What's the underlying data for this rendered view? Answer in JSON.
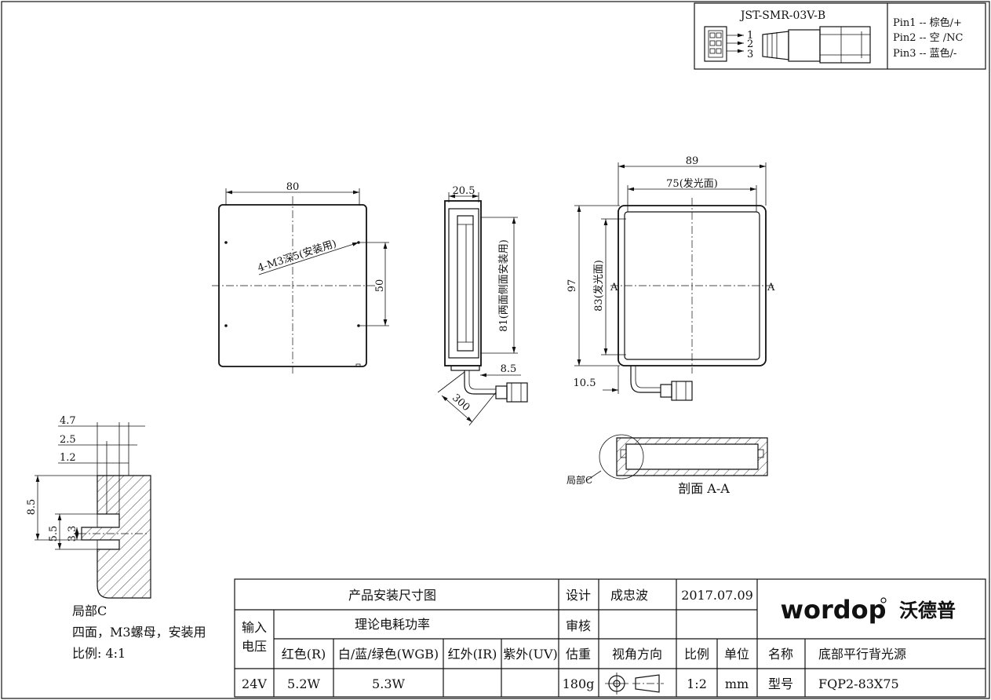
{
  "connector": {
    "model": "JST-SMR-03V-B",
    "pin_numbers": [
      "1",
      "2",
      "3"
    ],
    "pins": [
      "Pin1 -- 棕色/+",
      "Pin2 -- 空 /NC",
      "Pin3 -- 蓝色/-"
    ]
  },
  "front_view": {
    "width_dim": "80",
    "hole_spacing_dim": "50",
    "hole_note": "4-M3深5(安装用)"
  },
  "side_view": {
    "thickness_dim": "20.5",
    "side_mount_note": "81(两面侧面安装用)",
    "cable_offset_dim": "8.5",
    "cable_length_dim": "300"
  },
  "right_view": {
    "outer_width_dim": "89",
    "emitting_width_dim": "75(发光面)",
    "outer_height_dim": "97",
    "emitting_height_dim": "83(发光面)",
    "section_mark": "A",
    "cable_offset_dim": "10.5"
  },
  "section": {
    "detail_label": "局部C",
    "title": "剖面 A-A"
  },
  "detail": {
    "dims": [
      "4.7",
      "2.5",
      "1.2",
      "8.5",
      "5.5",
      "3.3"
    ],
    "caption": [
      "局部C",
      "四面，M3螺母，安装用",
      "比例:  4:1"
    ]
  },
  "title_block": {
    "drawing_title": "产品安装尺寸图",
    "design_label": "设计",
    "designer": "成忠波",
    "date": "2017.07.09",
    "brand_latin": "wordop",
    "brand_cn": "沃德普",
    "power_header": "理论电耗功率",
    "review_label": "审核",
    "voltage_label": "输入电压",
    "col_red": "红色(R)",
    "col_wgb": "白/蓝/绿色(WGB)",
    "col_ir": "红外(IR)",
    "col_uv": "紫外(UV)",
    "weight_label": "估重",
    "view_direction_label": "视角方向",
    "scale_label": "比例",
    "unit_label": "单位",
    "name_label": "名称",
    "product_name": "底部平行背光源",
    "voltage": "24V",
    "power_red": "5.2W",
    "power_wgb": "5.3W",
    "weight": "180g",
    "scale": "1:2",
    "unit": "mm",
    "model_label": "型号",
    "model": "FQP2-83X75"
  }
}
